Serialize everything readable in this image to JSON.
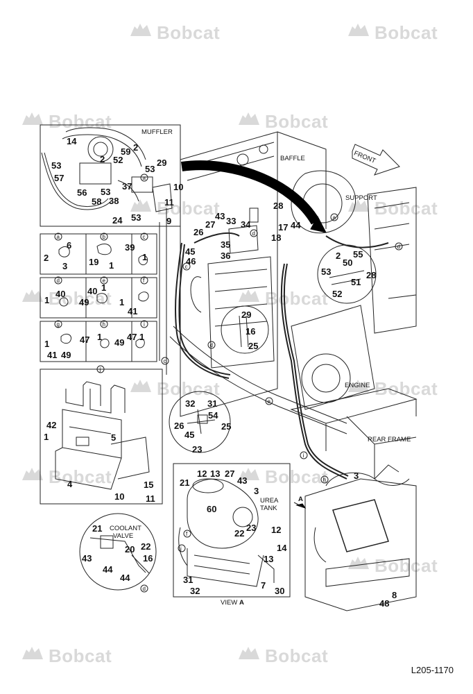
{
  "watermark": {
    "text": "Bobcat",
    "icon": "bobcat-logo-icon"
  },
  "reference_id": "L205-1170",
  "text_labels": {
    "muffler": "MUFFLER",
    "baffle": "BAFFLE",
    "front": "FRONT",
    "support": "SUPPORT",
    "engine": "ENGINE",
    "rear_frame": "REAR FRAME",
    "coolant_valve_line1": "COOLANT",
    "coolant_valve_line2": "VALVE",
    "urea_tank_line1": "UREA",
    "urea_tank_line2": "TANK",
    "view_a": "VIEW",
    "view_a_letter": "A",
    "view_arrow_letter": "A"
  },
  "detail_letters": [
    "a",
    "b",
    "c",
    "d",
    "e",
    "f",
    "g",
    "h",
    "i",
    "j"
  ],
  "callouts": {
    "muffler_inset": [
      "14",
      "53",
      "57",
      "2",
      "59",
      "52",
      "2",
      "53",
      "29",
      "56",
      "53",
      "37",
      "58",
      "38",
      "10",
      "11",
      "24",
      "53",
      "9"
    ],
    "grid_a": [
      "6",
      "2",
      "3"
    ],
    "grid_b": [
      "19",
      "1"
    ],
    "grid_c": [
      "39",
      "1"
    ],
    "grid_d": [
      "40",
      "1"
    ],
    "grid_e": [
      "40",
      "1",
      "49"
    ],
    "grid_f": [
      "1",
      "41"
    ],
    "grid_g": [
      "1",
      "41",
      "49"
    ],
    "grid_h": [
      "47",
      "1"
    ],
    "grid_i": [
      "49",
      "47",
      "1"
    ],
    "bracket_j": [
      "42",
      "1",
      "5",
      "4",
      "15",
      "10",
      "11"
    ],
    "main": [
      "28",
      "43",
      "27",
      "33",
      "34",
      "17",
      "44",
      "26",
      "18",
      "35",
      "36",
      "45",
      "46",
      "3",
      "8",
      "48"
    ],
    "circle_right": [
      "2",
      "55",
      "50",
      "53",
      "28",
      "51",
      "52"
    ],
    "circle_center": [
      "29",
      "16",
      "25"
    ],
    "circle_lower": [
      "32",
      "31",
      "54",
      "26",
      "25",
      "45",
      "23"
    ],
    "coolant_circle": [
      "21",
      "43",
      "20",
      "22",
      "16",
      "44",
      "44"
    ],
    "view_a": [
      "21",
      "12",
      "13",
      "27",
      "43",
      "3",
      "60",
      "22",
      "23",
      "12",
      "14",
      "13",
      "7",
      "31",
      "32",
      "30"
    ]
  }
}
